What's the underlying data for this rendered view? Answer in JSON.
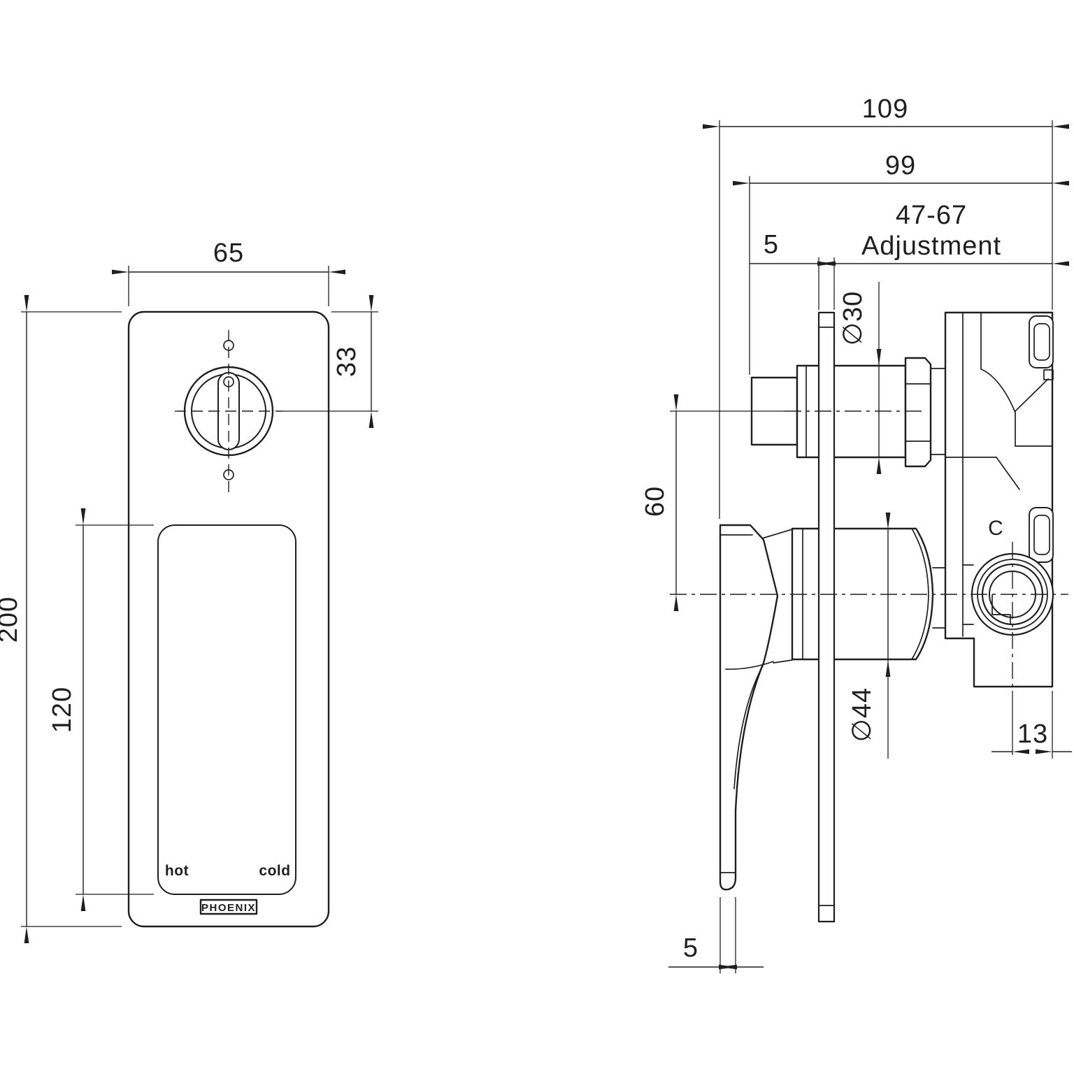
{
  "drawing": {
    "title": "shower-mixer-technical-drawing",
    "background_color": "#ffffff",
    "line_color": "#1f1f1f"
  },
  "front_view": {
    "dim_width": "65",
    "dim_height": "200",
    "dim_panel_height": "120",
    "dim_dial_offset": "33",
    "label_hot": "hot",
    "label_cold": "cold",
    "brand": "PHOENIX"
  },
  "side_view": {
    "dim_overall_depth": "109",
    "dim_body_depth": "99",
    "dim_plate_thickness": "5",
    "dim_adjustment_range": "47-67",
    "dim_adjustment_label": "Adjustment",
    "dim_knob_diameter": "∅30",
    "dim_axis_spacing": "60",
    "dim_base_diameter": "∅44",
    "dim_port_offset": "13",
    "dim_lever_thickness": "5",
    "label_cold_port": "C"
  }
}
